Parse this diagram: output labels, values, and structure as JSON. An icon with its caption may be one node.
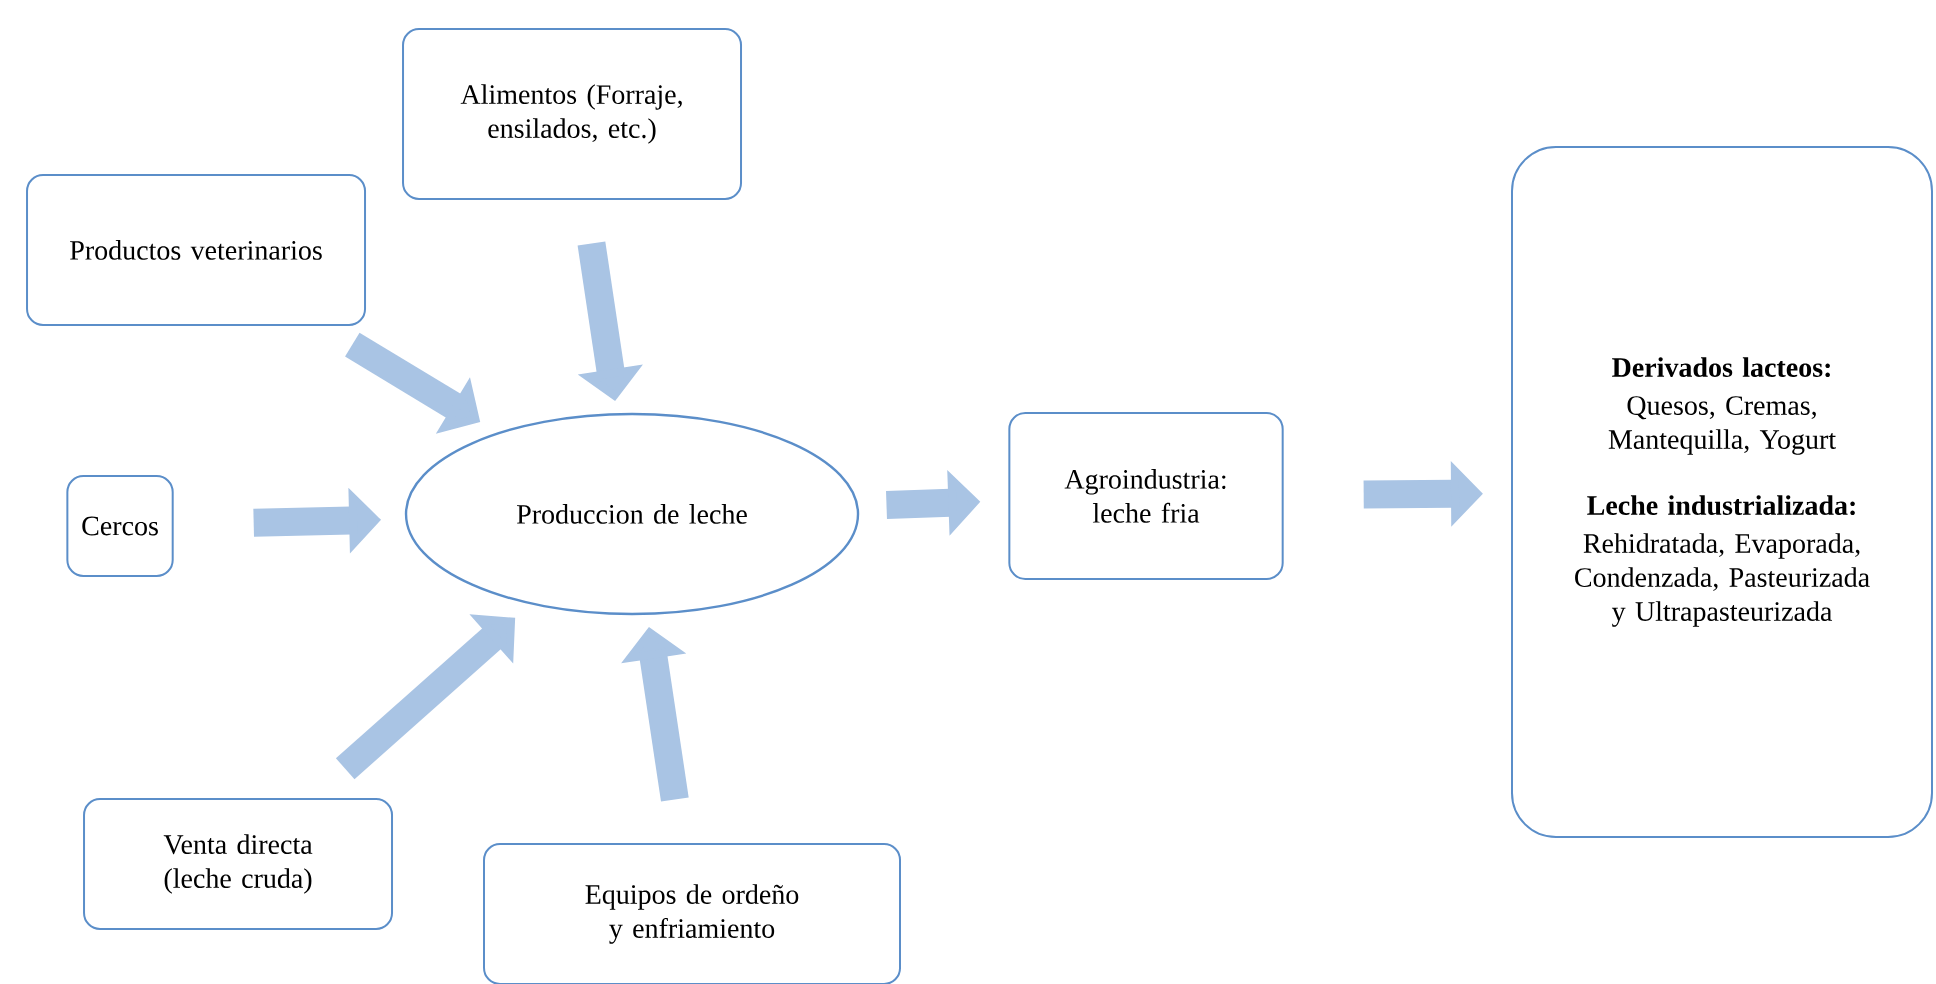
{
  "diagram": {
    "nodes": [
      {
        "text": [
          "Alimentos (Forraje, ensilados, etc.)"
        ]
      },
      {
        "text": [
          "Productos veterinarios"
        ]
      },
      {
        "text": [
          "Cercos"
        ]
      },
      {
        "text": [
          "Produccion de leche"
        ]
      },
      {
        "text": [
          "Agroindustria: leche fria"
        ]
      },
      {
        "text": [
          "Derivados lacteos:",
          "Quesos, Cremas, Mantequilla, Yogurt",
          "Leche industrializada:",
          "Rehidratada, Evaporada, Condenzada, Pasteurizada y Ultrapasteurizada"
        ]
      },
      {
        "text": [
          "Venta directa (leche cruda)"
        ]
      },
      {
        "text": [
          "Equipos de ordeño y enfriamiento"
        ]
      }
    ],
    "edges": [
      {
        "from": 1,
        "to": 3,
        "arrow": "to"
      },
      {
        "from": 0,
        "to": 3,
        "arrow": "to"
      },
      {
        "from": 2,
        "to": 3,
        "arrow": "to"
      },
      {
        "from": 6,
        "to": 3,
        "arrow": "to"
      },
      {
        "from": 7,
        "to": 3,
        "arrow": "to"
      },
      {
        "from": 3,
        "to": 4,
        "arrow": "to"
      },
      {
        "from": 4,
        "to": 5,
        "arrow": "to"
      }
    ]
  }
}
